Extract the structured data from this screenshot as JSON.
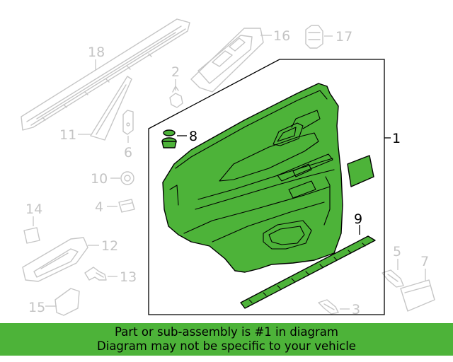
{
  "diagram": {
    "callouts": {
      "c1": "1",
      "c2": "2",
      "c3": "3",
      "c4": "4",
      "c5": "5",
      "c6": "6",
      "c7": "7",
      "c8": "8",
      "c9": "9",
      "c10": "10",
      "c11": "11",
      "c12": "12",
      "c13": "13",
      "c14": "14",
      "c15": "15",
      "c16": "16",
      "c17": "17",
      "c18": "18"
    },
    "highlight_color": "#4db339"
  },
  "banner": {
    "line1": "Part or sub-assembly is #1 in diagram",
    "line2": "Diagram may not be specific to your vehicle"
  }
}
